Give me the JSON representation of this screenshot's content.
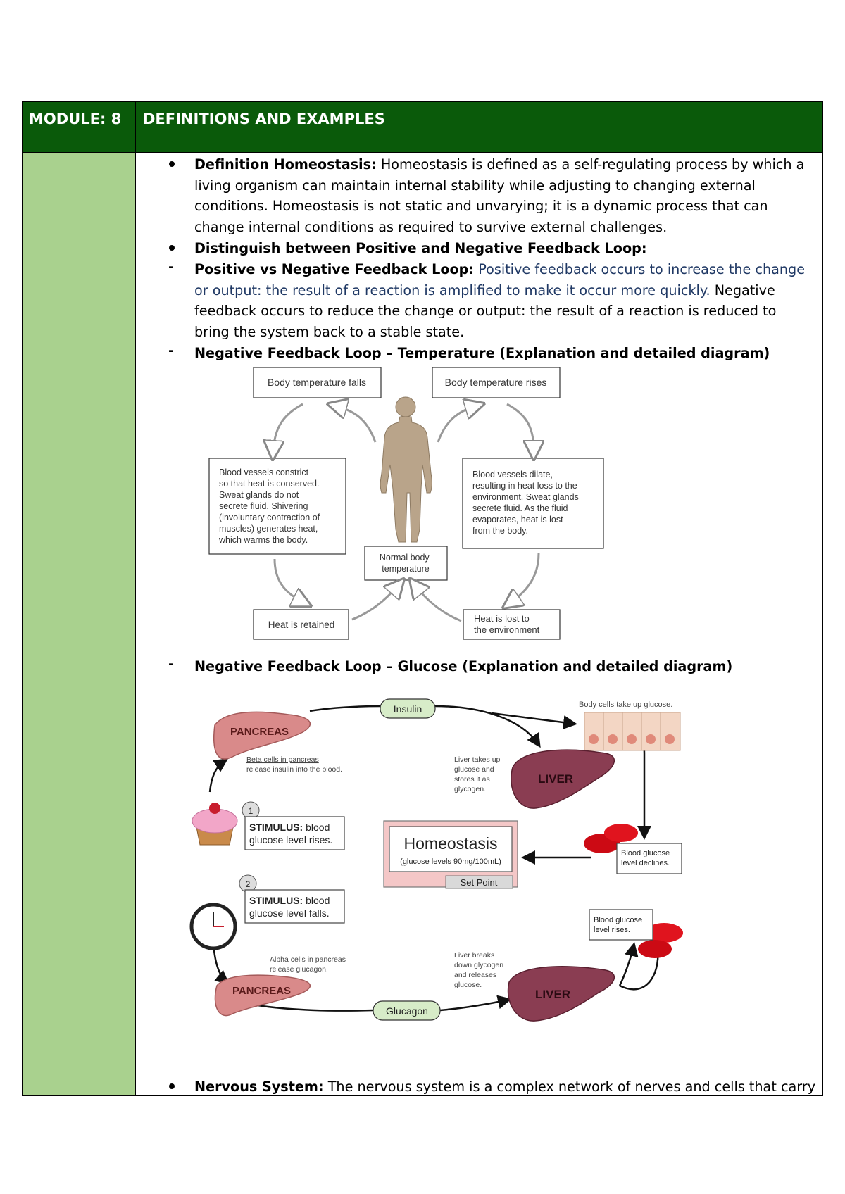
{
  "header": {
    "module_label": "MODULE: 8",
    "title": "DEFINITIONS AND EXAMPLES"
  },
  "items": {
    "homeostasis": {
      "term": "Definition Homeostasis:",
      "text": " Homeostasis is defined as a self-regulating process by which a living organism can maintain internal stability while adjusting to changing external conditions. Homeostasis is not static and unvarying; it is a dynamic process that can change internal conditions as required to survive external challenges."
    },
    "distinguish": {
      "heading": "Distinguish between Positive and Negative Feedback Loop:"
    },
    "pos_vs_neg": {
      "term": "Positive vs Negative Feedback Loop:",
      "text_blue": " Positive feedback occurs to increase the change or output: the result of a reaction is amplified to make it occur more quickly.",
      "text_rest": " Negative feedback occurs to reduce the change or output: the result of a reaction is reduced to bring the system back to a stable state."
    },
    "temp_heading": "Negative Feedback Loop – Temperature (Explanation and detailed diagram)",
    "glucose_heading": "Negative Feedback Loop – Glucose (Explanation and detailed diagram)",
    "nervous": {
      "term": "Nervous System:",
      "text": " The nervous system is a complex network of nerves and cells that carry"
    }
  },
  "temp_diagram": {
    "falls": "Body temperature falls",
    "rises": "Body temperature rises",
    "constrict": [
      "Blood vessels constrict",
      "so that heat is conserved.",
      "Sweat glands do not",
      "secrete fluid. Shivering",
      "(involuntary contraction of",
      "muscles) generates heat,",
      "which warms the body."
    ],
    "dilate": [
      "Blood vessels dilate,",
      "resulting in heat loss to the",
      "environment. Sweat glands",
      "secrete fluid. As the fluid",
      "evaporates, heat is lost",
      "from the body."
    ],
    "normal": [
      "Normal body",
      "temperature"
    ],
    "retained": "Heat is retained",
    "lost": [
      "Heat is lost to",
      "the environment"
    ]
  },
  "glucose_diagram": {
    "insulin": "Insulin",
    "glucagon": "Glucagon",
    "pancreas": "PANCREAS",
    "liver": "LIVER",
    "body_cells": "Body cells take up glucose.",
    "beta": [
      "Beta cells in pancreas",
      "release insulin into the blood."
    ],
    "alpha": [
      "Alpha cells in pancreas",
      "release glucagon."
    ],
    "liver_takes": [
      "Liver takes up",
      "glucose and",
      "stores it as",
      "glycogen."
    ],
    "liver_breaks": [
      "Liver breaks",
      "down glycogen",
      "and releases",
      "glucose."
    ],
    "stim1_num": "1",
    "stim1": [
      "STIMULUS:",
      " blood",
      "glucose level rises."
    ],
    "stim2_num": "2",
    "stim2": [
      "STIMULUS:",
      " blood",
      "glucose level falls."
    ],
    "homeostasis": "Homeostasis",
    "levels": "(glucose levels 90mg/100mL)",
    "set_point": "Set Point",
    "declines": [
      "Blood glucose",
      "level declines."
    ],
    "rises": [
      "Blood glucose",
      "level rises."
    ]
  }
}
